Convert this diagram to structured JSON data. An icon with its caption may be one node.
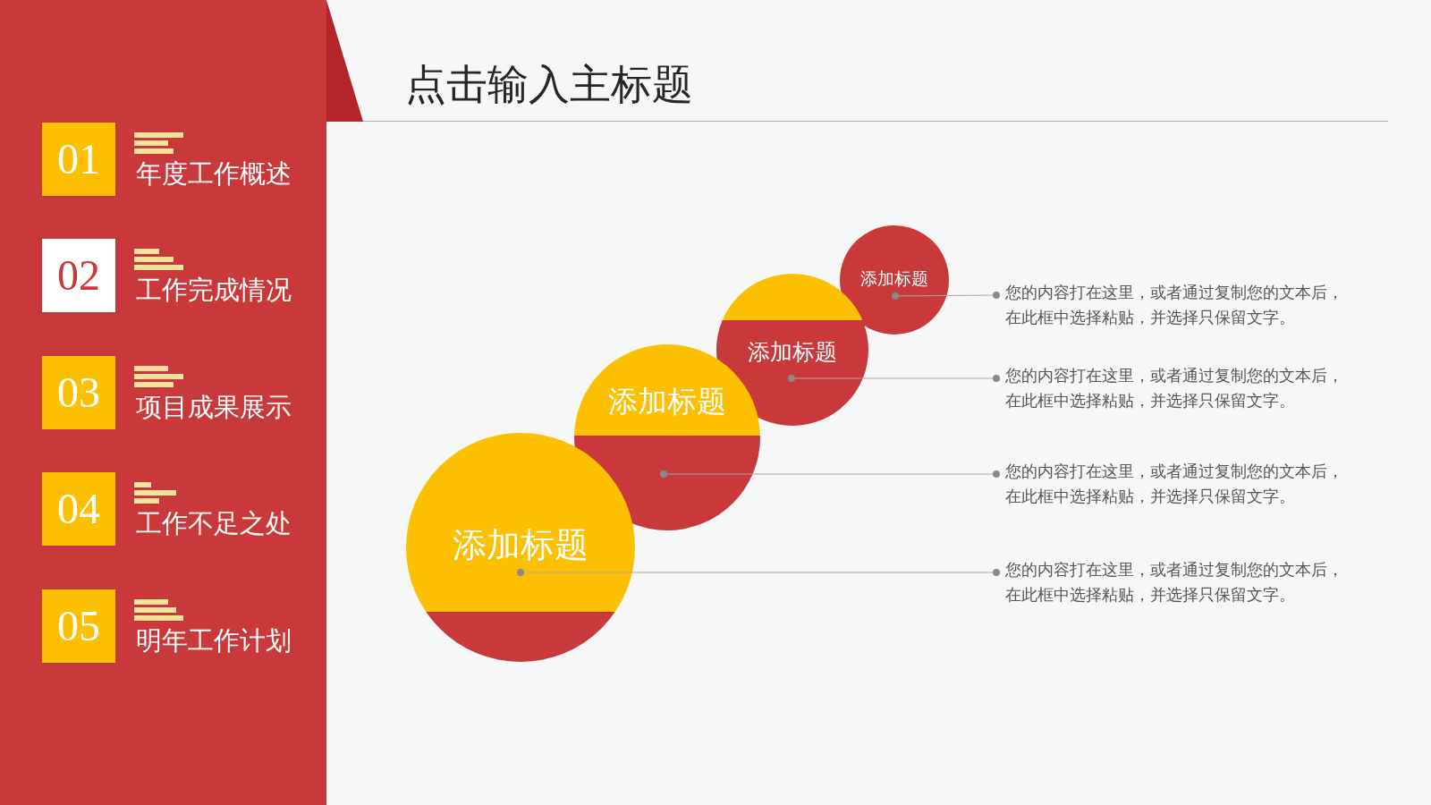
{
  "diagram": {
    "title": "点击输入主标题",
    "nodes": [
      {
        "text": [
          "01"
        ],
        "beside": [
          "年度工作概述"
        ]
      },
      {
        "text": [
          "02"
        ],
        "beside": [
          "工作完成情况"
        ]
      },
      {
        "text": [
          "03"
        ],
        "beside": [
          "项目成果展示"
        ]
      },
      {
        "text": [
          "04"
        ],
        "beside": [
          "工作不足之处"
        ]
      },
      {
        "text": [
          "05"
        ],
        "beside": [
          "明年工作计划"
        ]
      },
      {
        "text": [
          "添加标题"
        ]
      },
      {
        "text": [
          "您的内容打在这里，或者通过复制您的文本后，在此框中选择粘贴，并选择只保留文字。"
        ]
      },
      {
        "text": [
          "添加标题"
        ]
      },
      {
        "text": [
          "您的内容打在这里，或者通过复制您的文本后，在此框中选择粘贴，并选择只保留文字。"
        ]
      },
      {
        "text": [
          "添加标题"
        ]
      },
      {
        "text": [
          "您的内容打在这里，或者通过复制您的文本后，在此框中选择粘贴，并选择只保留文字。"
        ]
      },
      {
        "text": [
          "添加标题"
        ]
      },
      {
        "text": [
          "您的内容打在这里，或者通过复制您的文本后，在此框中选择粘贴，并选择只保留文字。"
        ]
      }
    ],
    "edges": [
      {
        "from": 6,
        "to": 5,
        "arrow": "other"
      },
      {
        "from": 8,
        "to": 7,
        "arrow": "other"
      },
      {
        "from": 10,
        "to": 9,
        "arrow": "other"
      },
      {
        "from": 12,
        "to": 11,
        "arrow": "other"
      }
    ]
  }
}
